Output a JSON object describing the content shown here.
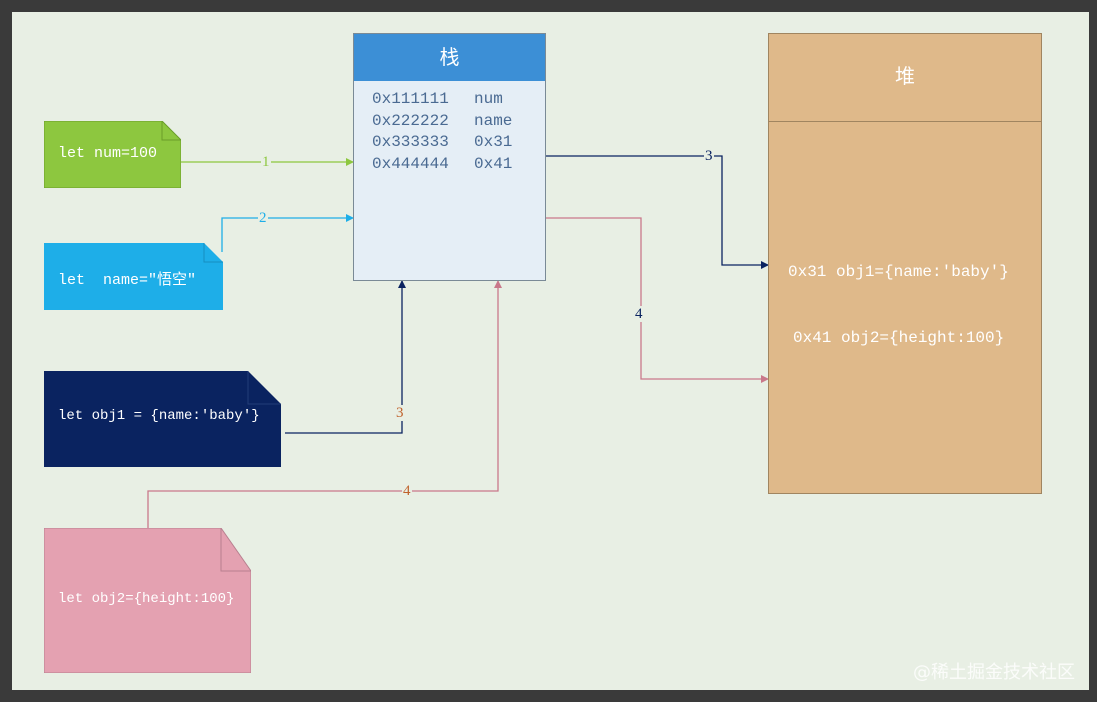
{
  "stack": {
    "title": "栈",
    "rows": [
      {
        "address": "0x111111",
        "value": "num"
      },
      {
        "address": "0x222222",
        "value": "name"
      },
      {
        "address": "0x333333",
        "value": "0x31"
      },
      {
        "address": "0x444444",
        "value": "0x41"
      }
    ]
  },
  "heap": {
    "title": "堆",
    "items": [
      "0x31 obj1={name:'baby'}",
      "0x41 obj2={height:100}"
    ]
  },
  "declarations": [
    {
      "code": "let num=100",
      "color": "#8dc73f"
    },
    {
      "code": "let  name=\"悟空\"",
      "color": "#1eaee8"
    },
    {
      "code": "let obj1 = {name:'baby'}",
      "color": "#0a2360"
    },
    {
      "code": "let obj2={height:100}",
      "color": "#e4a1b1"
    }
  ],
  "edge_labels": [
    "1",
    "2",
    "3",
    "4",
    "3",
    "4"
  ],
  "colors": {
    "green": "#8dc73f",
    "cyan": "#1eaee8",
    "navy": "#0a2360",
    "pink": "#c9788a",
    "stack_header": "#3c8fd6",
    "heap": "#dfb98a"
  },
  "watermark": "@稀土掘金技术社区"
}
